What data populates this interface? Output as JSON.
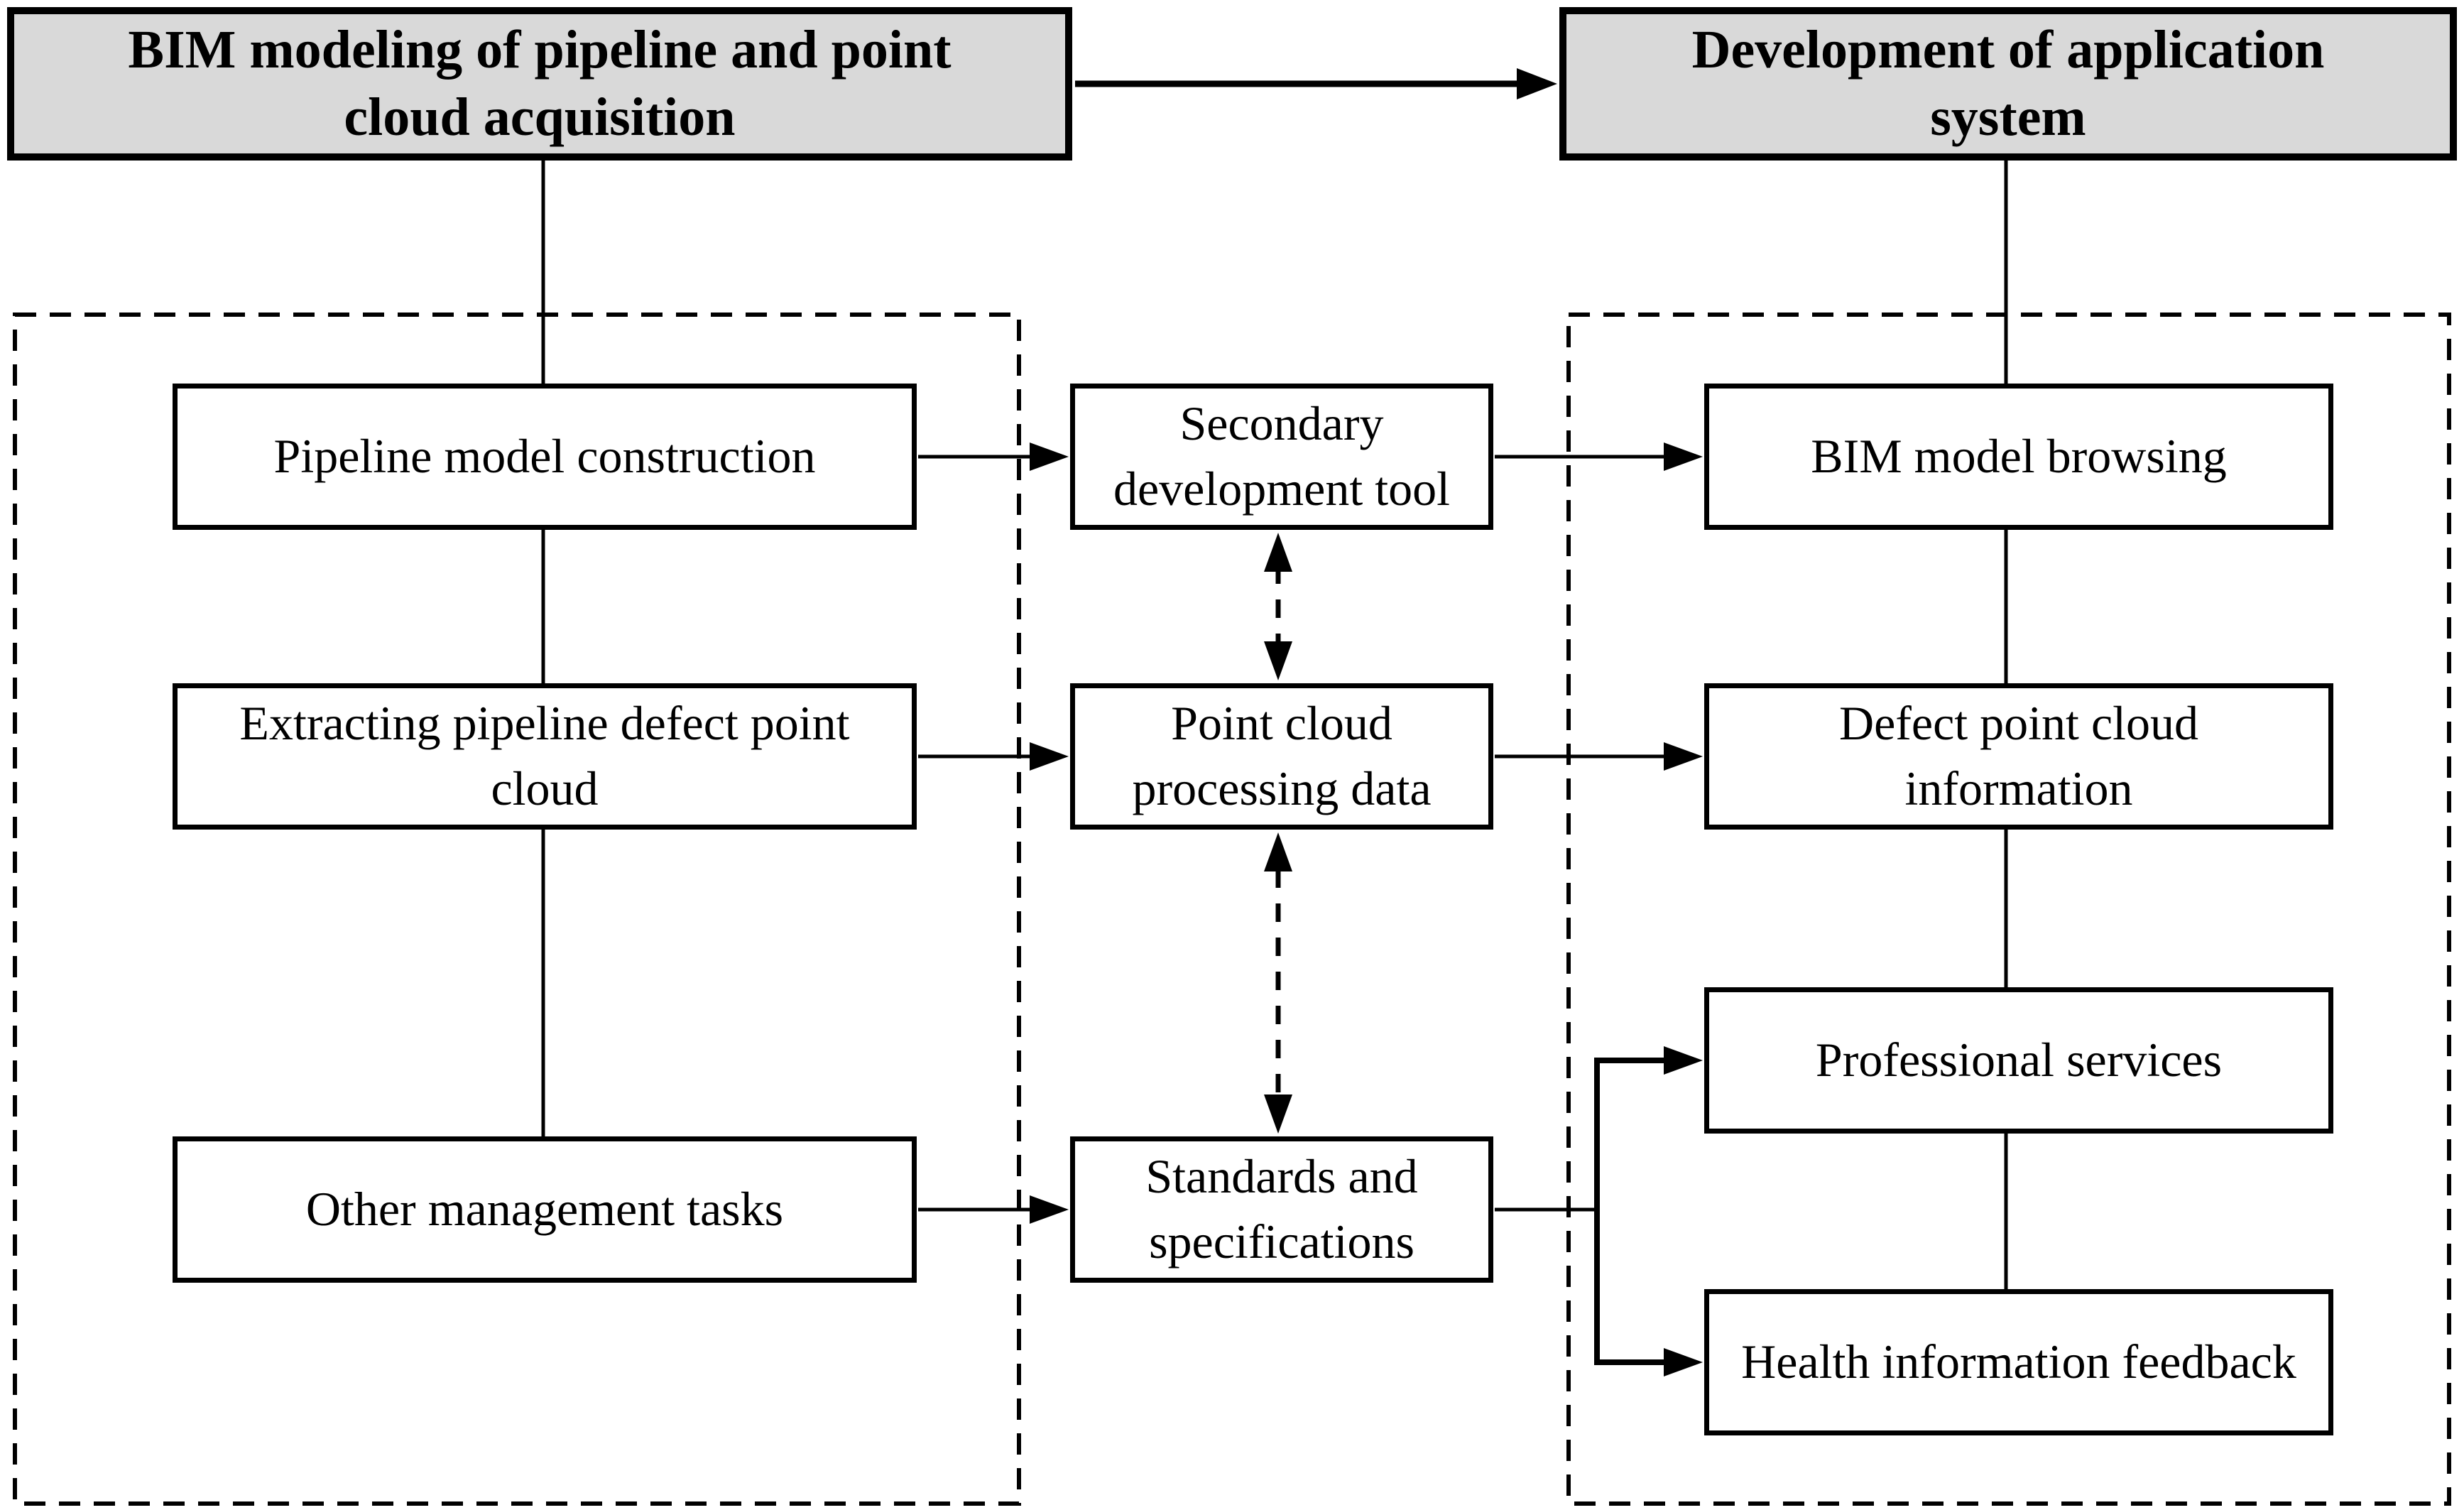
{
  "diagram": {
    "headers": {
      "left": "BIM modeling of pipeline and point\ncloud acquisition",
      "right": "Development of application\nsystem"
    },
    "acquisition_group": {
      "pipeline_model_construction": "Pipeline model construction",
      "extracting_pipeline_defect_point_cloud": "Extracting pipeline defect point\ncloud",
      "other_management_tasks": "Other management tasks"
    },
    "middle_tools": {
      "secondary_development_tool": "Secondary\ndevelopment tool",
      "point_cloud_processing_data": "Point cloud\nprocessing data",
      "standards_and_specifications": "Standards and\nspecifications"
    },
    "application_group": {
      "bim_model_browsing": "BIM model browsing",
      "defect_point_cloud_information": "Defect point cloud\ninformation",
      "professional_services": "Professional services",
      "health_information_feedback": "Health information feedback"
    },
    "colors": {
      "header_fill": "#d9d9d9",
      "box_fill": "#ffffff",
      "line": "#000000",
      "background": "#ffffff"
    }
  }
}
